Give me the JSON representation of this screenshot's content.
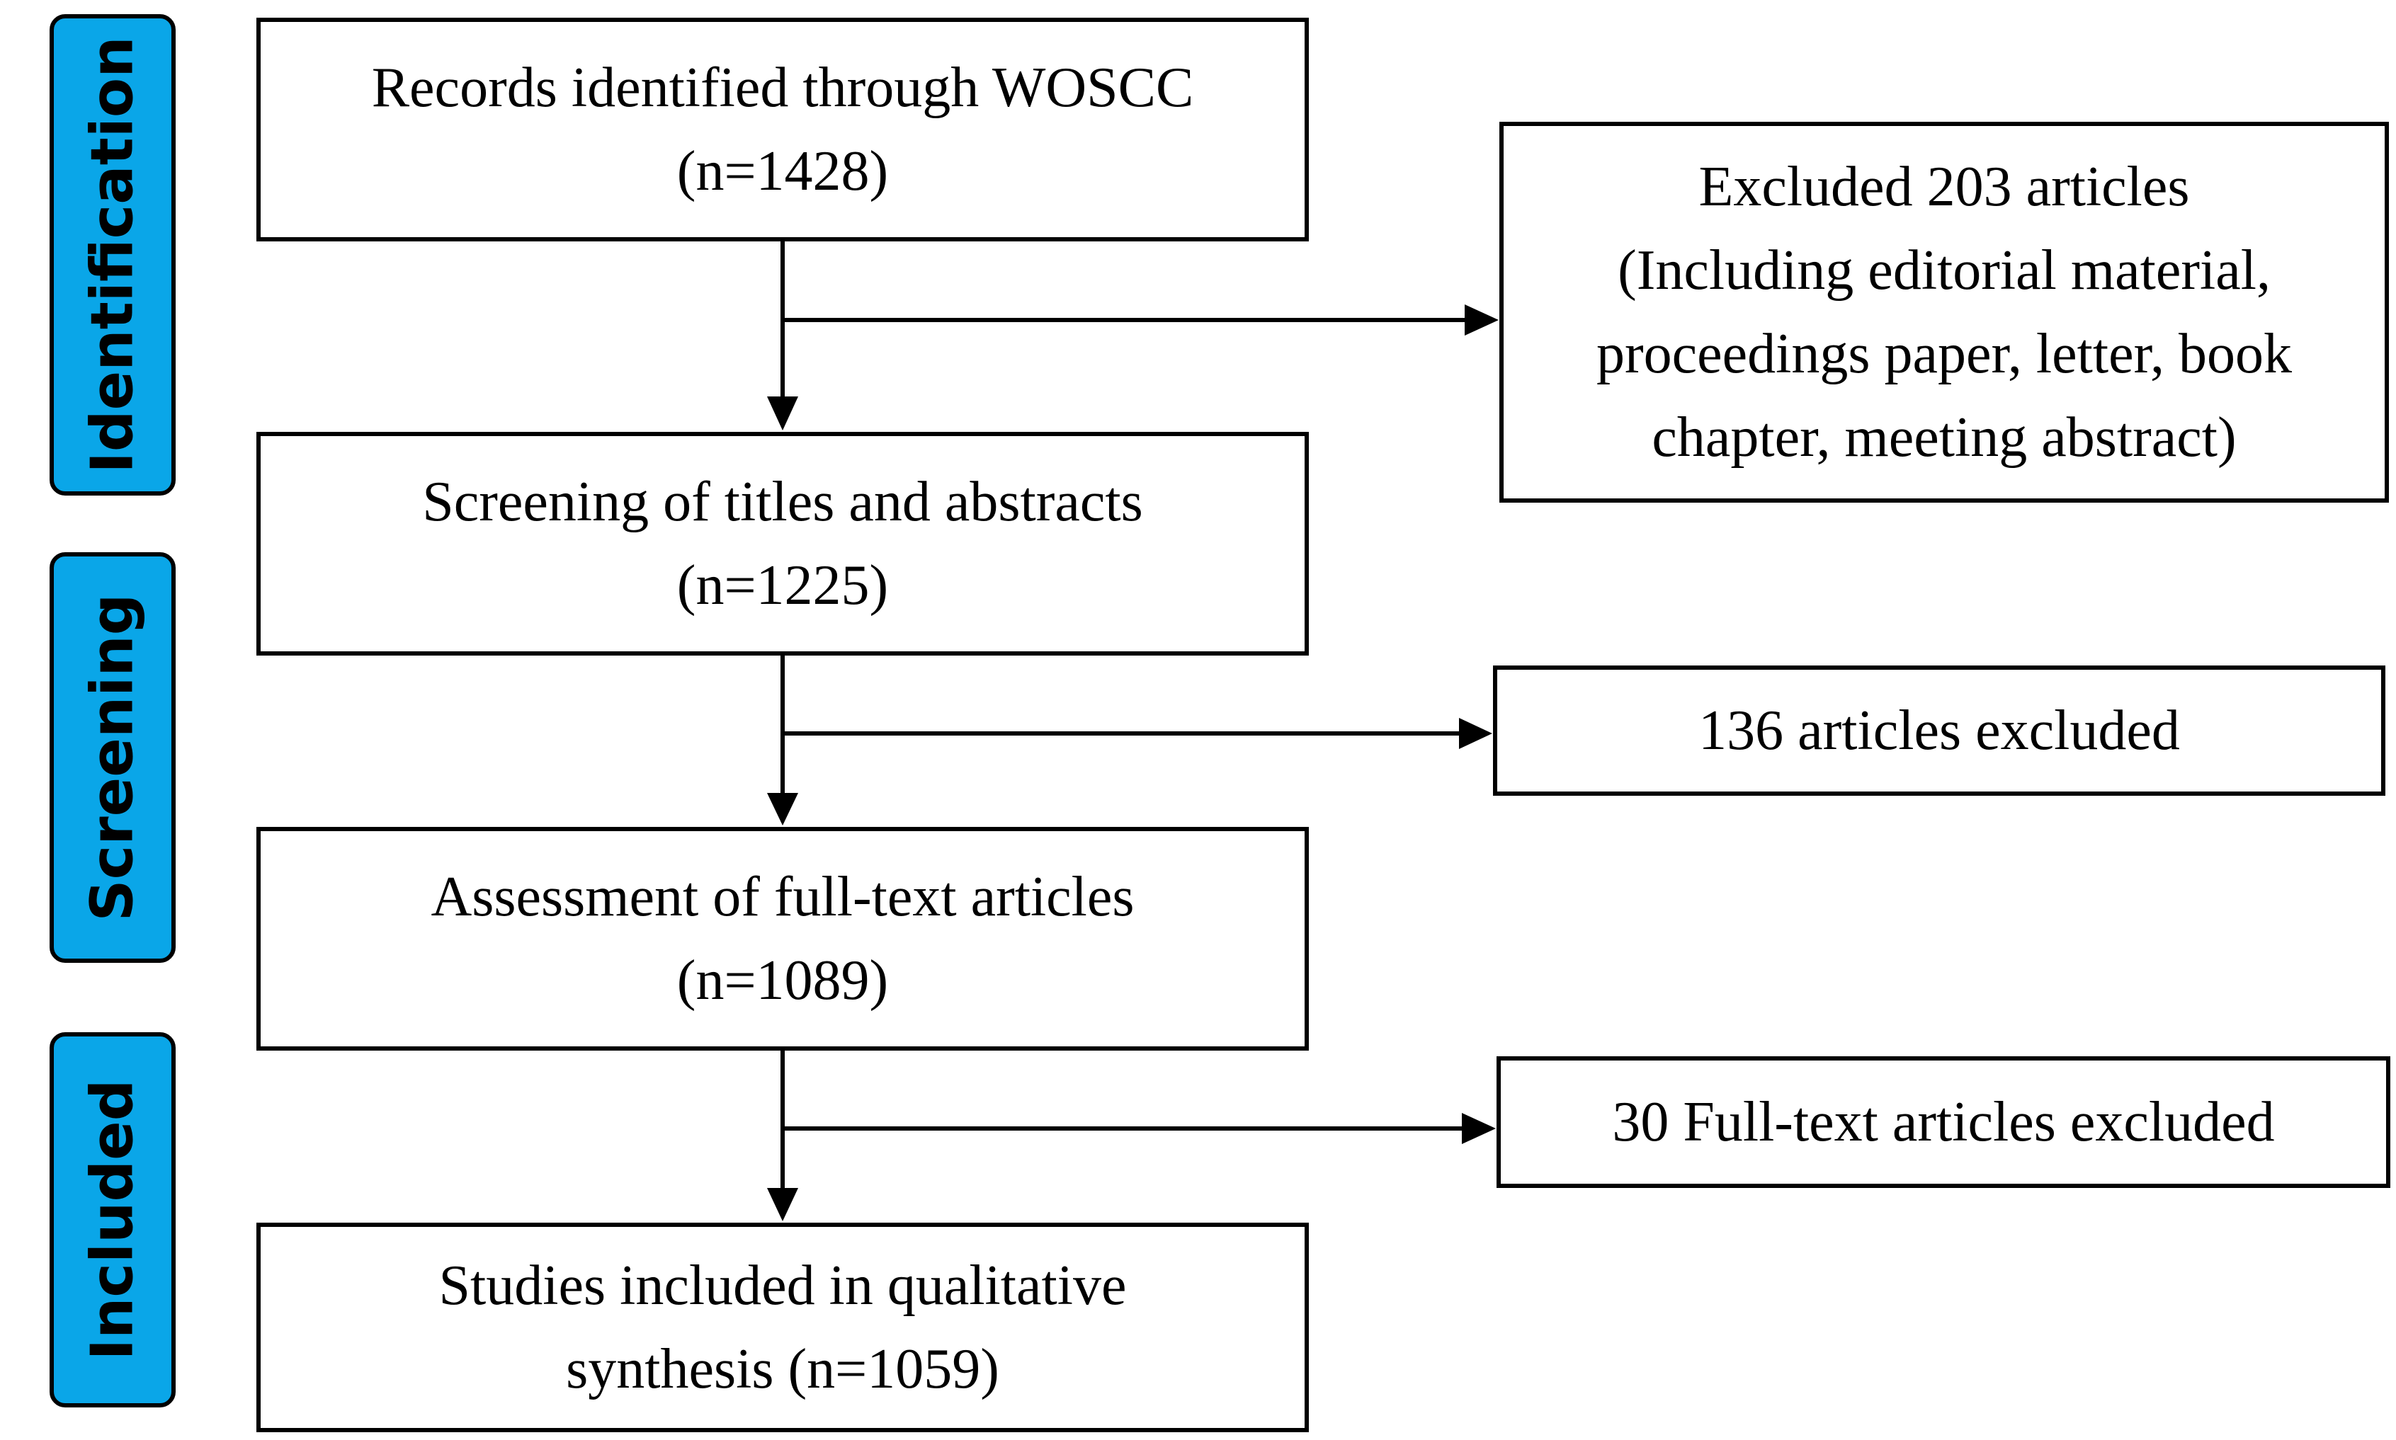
{
  "stages": [
    {
      "id": "identification",
      "label": "Identification"
    },
    {
      "id": "screening",
      "label": "Screening"
    },
    {
      "id": "included",
      "label": "Included"
    }
  ],
  "flow": {
    "identified": {
      "title": "Records identified through WOSCC",
      "count": "(n=1428)"
    },
    "screening": {
      "title": "Screening of titles and abstracts",
      "count": "(n=1225)"
    },
    "assessment": {
      "title": "Assessment of full-text articles",
      "count": "(n=1089)"
    },
    "included": {
      "line1": "Studies included in qualitative",
      "line2": "synthesis (n=1059)"
    }
  },
  "exclusions": {
    "first": {
      "line1": "Excluded 203 articles",
      "line2": "(Including editorial material,",
      "line3": "proceedings paper, letter, book",
      "line4": "chapter, meeting abstract)"
    },
    "second": {
      "text": "136 articles excluded"
    },
    "third": {
      "text": "30 Full-text articles excluded"
    }
  },
  "colors": {
    "stage_fill": "#0aa6e8",
    "stroke": "#000000",
    "background": "#ffffff"
  }
}
